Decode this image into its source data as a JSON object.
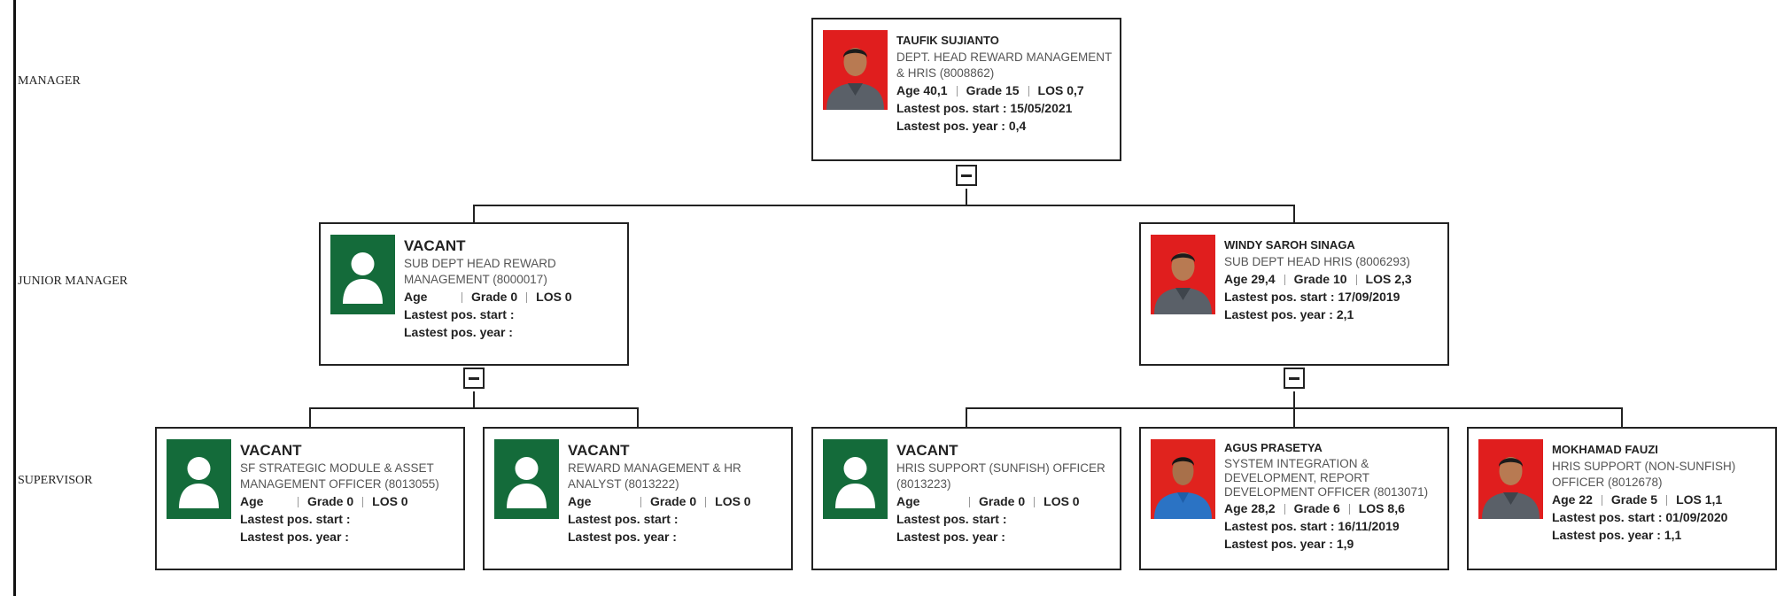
{
  "levels": [
    {
      "label": "MANAGER"
    },
    {
      "label": "JUNIOR MANAGER"
    },
    {
      "label": "SUPERVISOR"
    }
  ],
  "icons": {
    "vacant": "person-silhouette-icon",
    "collapse": "minus-icon"
  },
  "colors": {
    "vacant_bg": "#146b3a",
    "photo_red": "#e01e1e",
    "photo_blue": "#2b73c4"
  },
  "nodes": {
    "taufik": {
      "name": "TAUFIK SUJIANTO",
      "position": "DEPT. HEAD REWARD MANAGEMENT & HRIS (8008862)",
      "age": "Age 40,1",
      "grade": "Grade 15",
      "los": "LOS 0,7",
      "pos_start": "Lastest pos. start : 15/05/2021",
      "pos_year": "Lastest pos. year  : 0,4"
    },
    "vacant_sub": {
      "name": "VACANT",
      "position": "SUB DEPT HEAD REWARD MANAGEMENT (8000017)",
      "age": "Age",
      "grade": "Grade 0",
      "los": "LOS 0",
      "pos_start": "Lastest pos. start :",
      "pos_year": "Lastest pos. year  :"
    },
    "windy": {
      "name": "WINDY SAROH SINAGA",
      "position": "SUB DEPT HEAD HRIS (8006293)",
      "age": "Age 29,4",
      "grade": "Grade 10",
      "los": "LOS 2,3",
      "pos_start": "Lastest pos. start : 17/09/2019",
      "pos_year": "Lastest pos. year  : 2,1"
    },
    "vacant_sf": {
      "name": "VACANT",
      "position": "SF STRATEGIC MODULE & ASSET MANAGEMENT OFFICER (8013055)",
      "age": "Age",
      "grade": "Grade 0",
      "los": "LOS 0",
      "pos_start": "Lastest pos. start :",
      "pos_year": "Lastest pos. year  :"
    },
    "vacant_reward": {
      "name": "VACANT",
      "position": "REWARD MANAGEMENT & HR ANALYST (8013222)",
      "age": "Age",
      "grade": "Grade 0",
      "los": "LOS 0",
      "pos_start": "Lastest pos. start :",
      "pos_year": "Lastest pos. year  :"
    },
    "vacant_hris": {
      "name": "VACANT",
      "position": "HRIS SUPPORT (SUNFISH) OFFICER (8013223)",
      "age": "Age",
      "grade": "Grade 0",
      "los": "LOS 0",
      "pos_start": "Lastest pos. start :",
      "pos_year": "Lastest pos. year  :"
    },
    "agus": {
      "name": "AGUS PRASETYA",
      "position": "SYSTEM INTEGRATION & DEVELOPMENT, REPORT DEVELOPMENT OFFICER (8013071)",
      "age": "Age 28,2",
      "grade": "Grade 6",
      "los": "LOS 8,6",
      "pos_start": "Lastest pos. start : 16/11/2019",
      "pos_year": "Lastest pos. year  : 1,9"
    },
    "mokhamad": {
      "name": "MOKHAMAD FAUZI",
      "position": "HRIS SUPPORT (NON-SUNFISH) OFFICER (8012678)",
      "age": "Age 22",
      "grade": "Grade 5",
      "los": "LOS 1,1",
      "pos_start": "Lastest pos. start : 01/09/2020",
      "pos_year": "Lastest pos. year  : 1,1"
    }
  }
}
